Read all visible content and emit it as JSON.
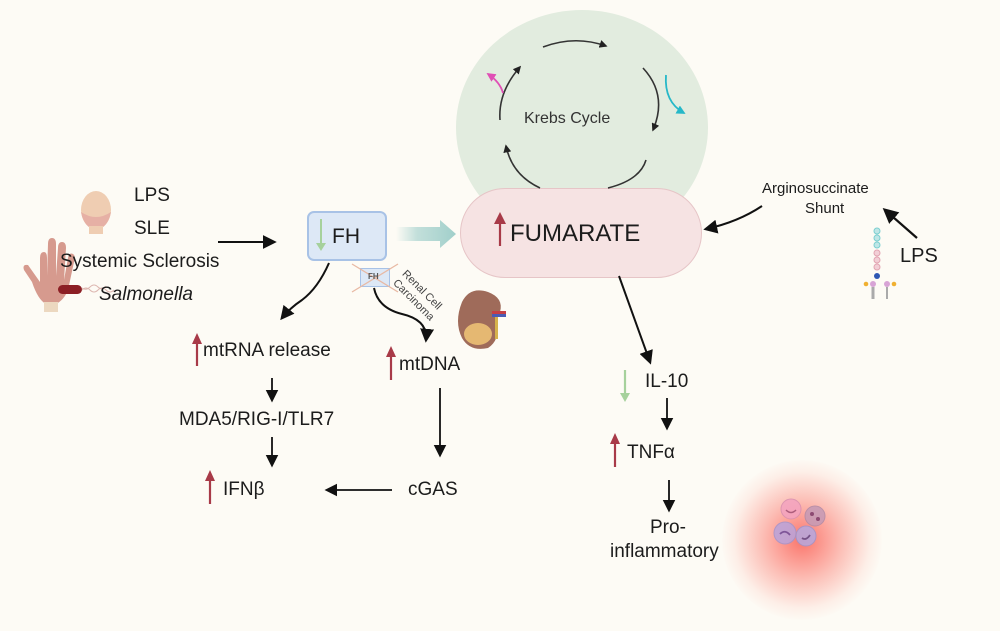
{
  "diagram": {
    "type": "biological-pathway",
    "colors": {
      "background": "#fdfbf5",
      "up_arrow": "#a83a48",
      "down_arrow": "#a6d19c",
      "krebs_circle": "#e2ecdf",
      "fumarate_fill": "#f6e3e3",
      "fh_fill": "#dde8f6",
      "fh_border": "#a8c2e6",
      "flow_arrow": "#a9d3cf",
      "magenta_branch": "#e04fb5",
      "cyan_branch": "#26b8c8"
    },
    "triggers": {
      "items": [
        "LPS",
        "SLE",
        "Systemic Sclerosis",
        "Salmonella"
      ],
      "icons": [
        "head-face-icon",
        "hand-icon",
        "salmonella-bacterium-icon"
      ]
    },
    "krebs_cycle": {
      "label": "Krebs Cycle"
    },
    "fumarate": {
      "label": "FUMARATE",
      "direction": "up"
    },
    "fh": {
      "label": "FH",
      "direction": "down",
      "deleted_label": "FH"
    },
    "renal": {
      "label": "Renal Cell Carcinoma",
      "icon": "kidney-icon"
    },
    "shunt": {
      "label_line1": "Arginosuccinate",
      "label_line2": "Shunt"
    },
    "lps_right": {
      "label": "LPS",
      "icon": "lps-molecule-icon"
    },
    "left_branch": {
      "mtrna": {
        "label": "mtRNA release",
        "direction": "up"
      },
      "sensors": {
        "label": "MDA5/RIG-I/TLR7"
      },
      "ifnb": {
        "label": "IFNβ",
        "direction": "up"
      }
    },
    "middle_branch": {
      "mtdna": {
        "label": "mtDNA",
        "direction": "up"
      },
      "cgas": {
        "label": "cGAS"
      }
    },
    "right_branch": {
      "il10": {
        "label": "IL-10",
        "direction": "down"
      },
      "tnfa": {
        "label": "TNFα",
        "direction": "up"
      },
      "outcome": {
        "label_line1": "Pro-",
        "label_line2": "inflammatory"
      },
      "icon": "immune-cells-icon"
    }
  }
}
